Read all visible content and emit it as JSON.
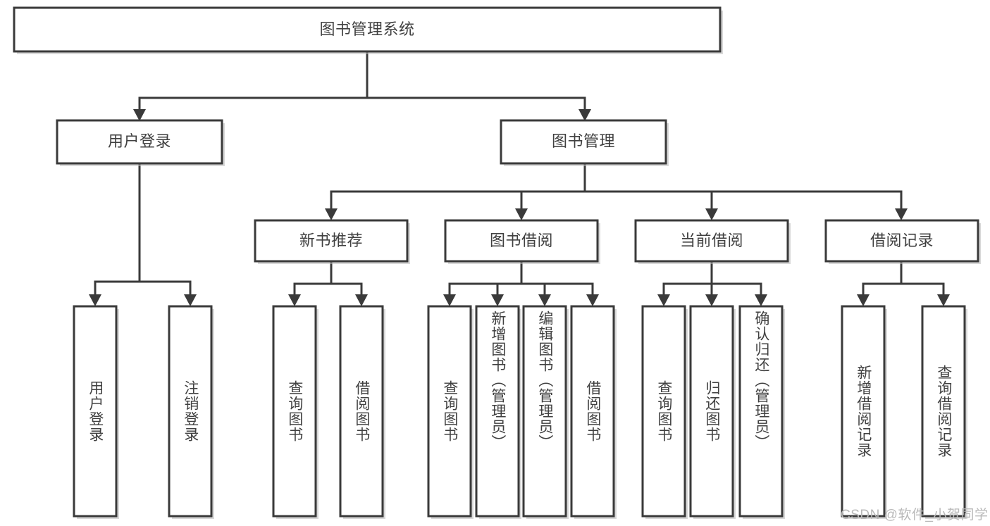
{
  "diagram": {
    "type": "tree-hierarchy-chart",
    "title": "图书管理系统",
    "colors": {
      "box_fill": "#ffffff",
      "box_stroke": "#3a3a3a",
      "text": "#404040",
      "background": "#ffffff",
      "watermark": "#b9b9b9"
    },
    "root": {
      "id": "root",
      "label": "图书管理系统",
      "orientation": "horizontal"
    },
    "level2": [
      {
        "id": "user-login",
        "label": "用户登录",
        "orientation": "horizontal"
      },
      {
        "id": "book-management",
        "label": "图书管理",
        "orientation": "horizontal"
      }
    ],
    "level3": [
      {
        "id": "new-book-recommend",
        "label": "新书推荐",
        "orientation": "horizontal",
        "parent": "book-management"
      },
      {
        "id": "book-borrow",
        "label": "图书借阅",
        "orientation": "horizontal",
        "parent": "book-management"
      },
      {
        "id": "current-borrow",
        "label": "当前借阅",
        "orientation": "horizontal",
        "parent": "book-management"
      },
      {
        "id": "borrow-record",
        "label": "借阅记录",
        "orientation": "horizontal",
        "parent": "book-management"
      }
    ],
    "leaves": [
      {
        "id": "leaf-user-login",
        "label": "用户登录",
        "orientation": "vertical",
        "parent": "user-login"
      },
      {
        "id": "leaf-user-logout",
        "label": "注销登录",
        "orientation": "vertical",
        "parent": "user-login"
      },
      {
        "id": "leaf-query-book-1",
        "label": "查询图书",
        "orientation": "vertical",
        "parent": "new-book-recommend"
      },
      {
        "id": "leaf-borrow-book-1",
        "label": "借阅图书",
        "orientation": "vertical",
        "parent": "new-book-recommend"
      },
      {
        "id": "leaf-query-book-2",
        "label": "查询图书",
        "orientation": "vertical",
        "parent": "book-borrow"
      },
      {
        "id": "leaf-add-book",
        "label": "新增图书（管理员）",
        "orientation": "vertical",
        "parent": "book-borrow"
      },
      {
        "id": "leaf-edit-book",
        "label": "编辑图书（管理员）",
        "orientation": "vertical",
        "parent": "book-borrow"
      },
      {
        "id": "leaf-borrow-book-2",
        "label": "借阅图书",
        "orientation": "vertical",
        "parent": "book-borrow"
      },
      {
        "id": "leaf-query-book-3",
        "label": "查询图书",
        "orientation": "vertical",
        "parent": "current-borrow"
      },
      {
        "id": "leaf-return-book",
        "label": "归还图书",
        "orientation": "vertical",
        "parent": "current-borrow"
      },
      {
        "id": "leaf-confirm-return",
        "label": "确认归还（管理员）",
        "orientation": "vertical",
        "parent": "current-borrow"
      },
      {
        "id": "leaf-add-record",
        "label": "新增借阅记录",
        "orientation": "vertical",
        "parent": "borrow-record"
      },
      {
        "id": "leaf-query-record",
        "label": "查询借阅记录",
        "orientation": "vertical",
        "parent": "borrow-record"
      }
    ],
    "watermark": "CSDN @软件_小贺同学"
  }
}
